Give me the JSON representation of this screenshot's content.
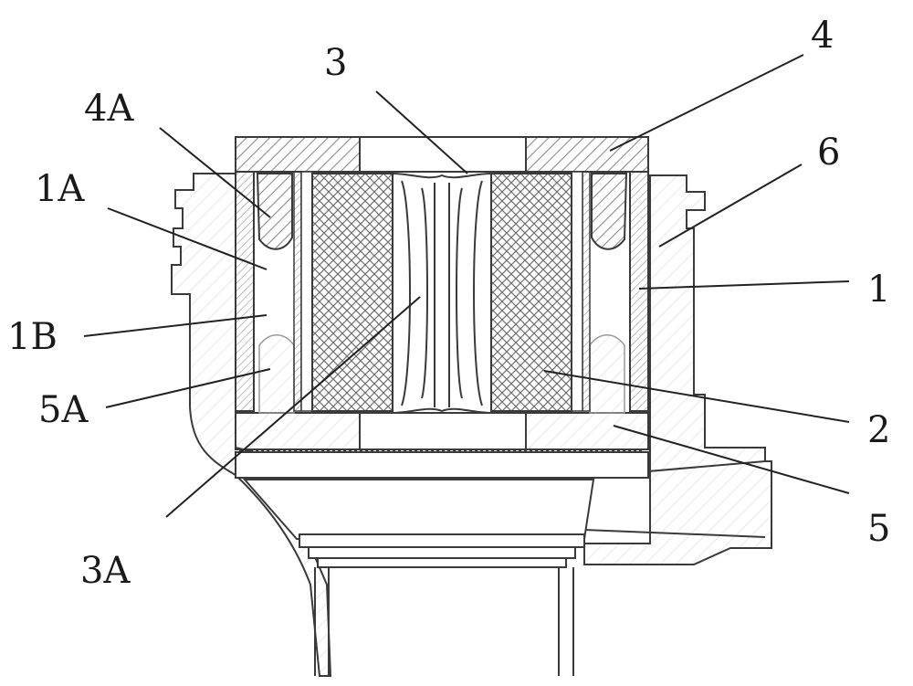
{
  "labels": {
    "l4": "4",
    "l3": "3",
    "l4A": "4A",
    "l6": "6",
    "l1A": "1A",
    "l1": "1",
    "l1B": "1B",
    "l5A": "5A",
    "l2": "2",
    "l5": "5",
    "l3A": "3A"
  },
  "colors": {
    "line": "#3a3a3a",
    "leader": "#222222",
    "hatch": "#8c8c8c",
    "crosshatch": "#6e6e6e",
    "light": "#c9c9c9"
  }
}
